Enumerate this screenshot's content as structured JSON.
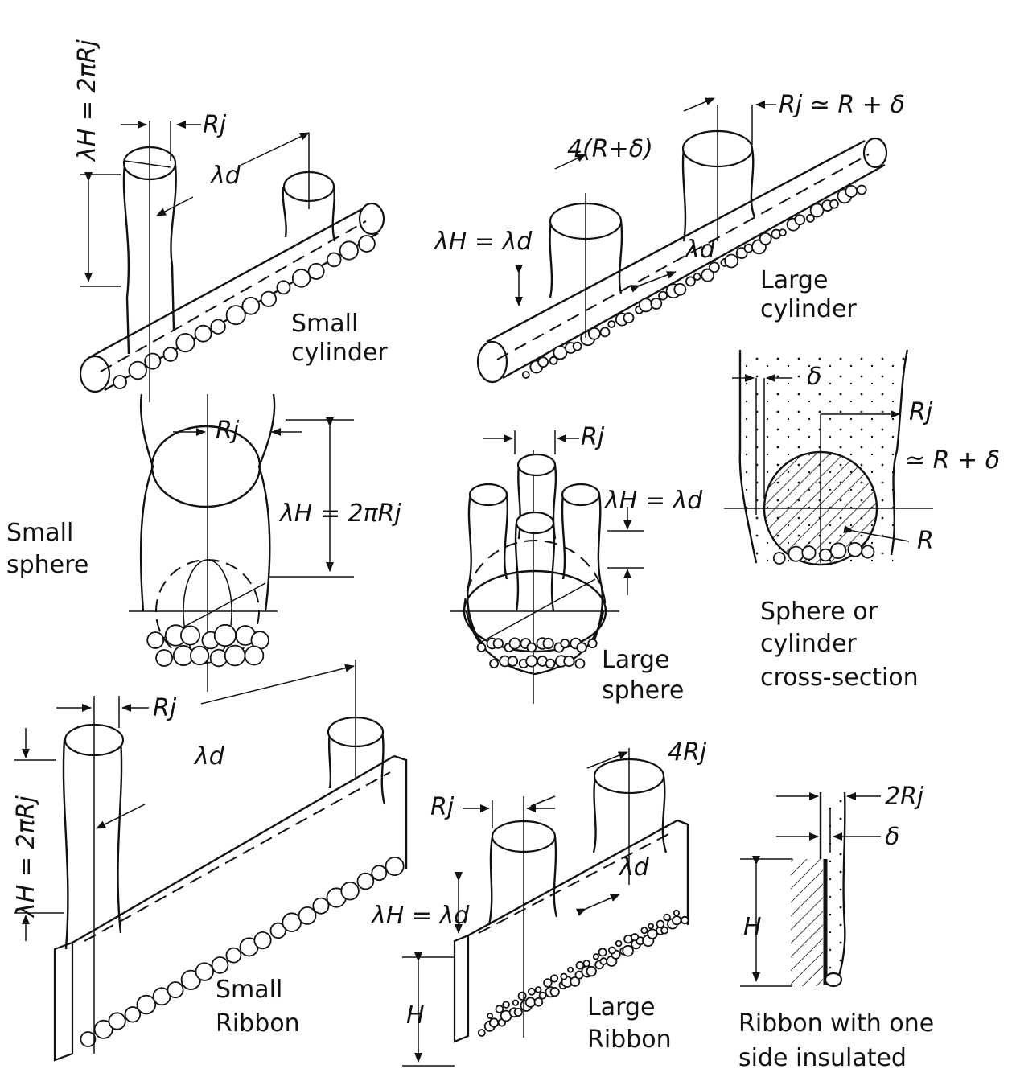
{
  "panels": {
    "small_cylinder": {
      "caption_line1": "Small",
      "caption_line2": "cylinder"
    },
    "large_cylinder": {
      "caption_line1": "Large",
      "caption_line2": "cylinder"
    },
    "small_sphere": {
      "caption_line1": "Small",
      "caption_line2": "sphere"
    },
    "large_sphere": {
      "caption_line1": "Large",
      "caption_line2": "sphere"
    },
    "cross_section": {
      "caption_line1": "Sphere or",
      "caption_line2": "cylinder",
      "caption_line3": "cross-section"
    },
    "small_ribbon": {
      "caption_line1": "Small",
      "caption_line2": "Ribbon"
    },
    "large_ribbon": {
      "caption_line1": "Large",
      "caption_line2": "Ribbon"
    },
    "insulated_ribbon": {
      "caption_line1": "Ribbon with one",
      "caption_line2": "side insulated"
    }
  },
  "symbols": {
    "lambda_H_eq_2piRj": "λH = 2πRj",
    "lambda_H_eq_lambda_d": "λH = λd",
    "R_j": "Rj",
    "lambda_d": "λd",
    "R_j_approx": "Rj ≃ R + δ",
    "four_R_plus_delta": "4(R+δ)",
    "delta": "δ",
    "approx_R_plus_delta": "≃ R + δ",
    "R": "R",
    "four_R_j": "4Rj",
    "two_R_j": "2Rj",
    "H": "H"
  }
}
